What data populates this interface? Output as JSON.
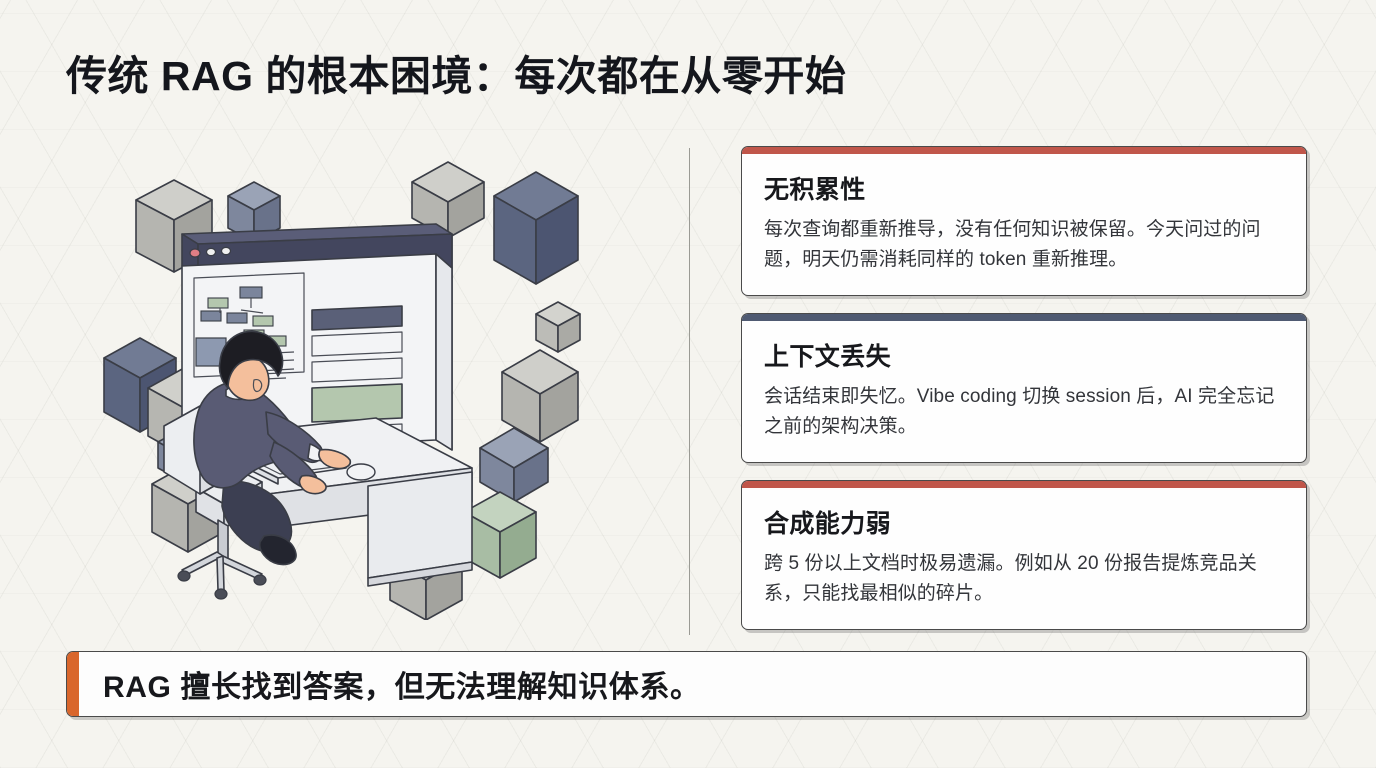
{
  "slide": {
    "title": "传统 RAG 的根本困境：每次都在从零开始",
    "background_color": "#f5f4ef",
    "title_color": "#14161c"
  },
  "illustration": {
    "name": "isometric-person-at-desk-with-monitor-and-floating-cubes",
    "alt": "等距插画：一个人坐在办公椅上面对显示流程图与列表的显示器，周围漂浮着立方体",
    "colors": {
      "cube_gray": "#b9b9b5",
      "cube_slate": "#8a93a8",
      "cube_navy": "#5a6480",
      "cube_green": "#9fb39c",
      "monitor_titlebar": "#43465e",
      "desk": "#eef0f2",
      "suit": "#595b74",
      "skin": "#f4bf9c",
      "hair": "#1d1d23"
    }
  },
  "cards": [
    {
      "accent_color": "#c0564a",
      "title": "无积累性",
      "desc": "每次查询都重新推导，没有任何知识被保留。今天问过的问题，明天仍需消耗同样的 token 重新推理。"
    },
    {
      "accent_color": "#4f5a72",
      "title": "上下文丢失",
      "desc": "会话结束即失忆。Vibe coding 切换 session 后，AI 完全忘记之前的架构决策。"
    },
    {
      "accent_color": "#c0564a",
      "title": "合成能力弱",
      "desc": "跨 5 份以上文档时极易遗漏。例如从 20 份报告提炼竞品关系，只能找最相似的碎片。"
    }
  ],
  "banner": {
    "accent_color": "#d9662c",
    "text": "RAG 擅长找到答案，但无法理解知识体系。"
  }
}
